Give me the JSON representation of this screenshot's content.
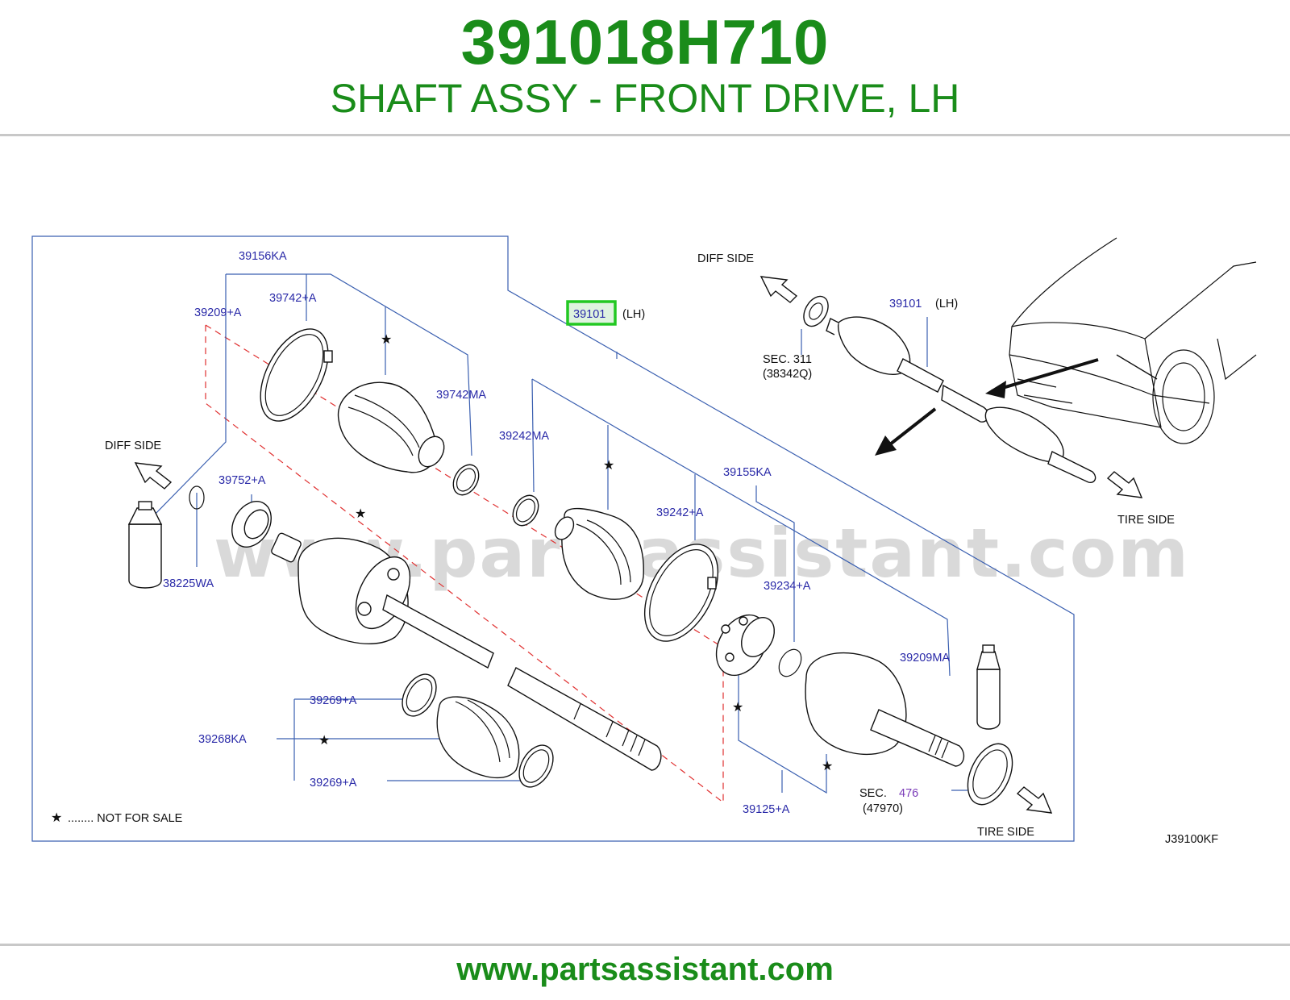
{
  "header": {
    "part_number": "391018H710",
    "description": "SHAFT ASSY - FRONT DRIVE, LH"
  },
  "footer": {
    "url": "www.partsassistant.com"
  },
  "diagram": {
    "watermark": "www.partsassistant.com",
    "diagram_code": "J39100KF",
    "highlighted_part": "39101",
    "highlight_color": "#22c822",
    "labels": {
      "l39156KA": "39156KA",
      "l39742A": "39742+A",
      "l39209A": "39209+A",
      "l39101": "39101",
      "l39101_lh": "(LH)",
      "l39742MA": "39742MA",
      "l39242MA": "39242MA",
      "l39155KA": "39155KA",
      "l39752A": "39752+A",
      "l39242A": "39242+A",
      "l38225WA": "38225WA",
      "l39234A": "39234+A",
      "l39209MA": "39209MA",
      "l39269A_top": "39269+A",
      "l39268KA": "39268KA",
      "l39269A_bot": "39269+A",
      "l39125A": "39125+A",
      "sec476": "SEC.",
      "sec476_num": "476",
      "sec476_ref": "(47970)",
      "diff_side_left": "DIFF   SIDE",
      "tire_side_bottom": "TIRE   SIDE",
      "legend": "........   NOT   FOR   SALE",
      "inset_diff_side": "DIFF   SIDE",
      "inset_39101": "39101",
      "inset_lh": "(LH)",
      "inset_sec311": "SEC.  311",
      "inset_sec311_ref": "(38342Q)",
      "inset_tire_side": "TIRE   SIDE"
    }
  }
}
